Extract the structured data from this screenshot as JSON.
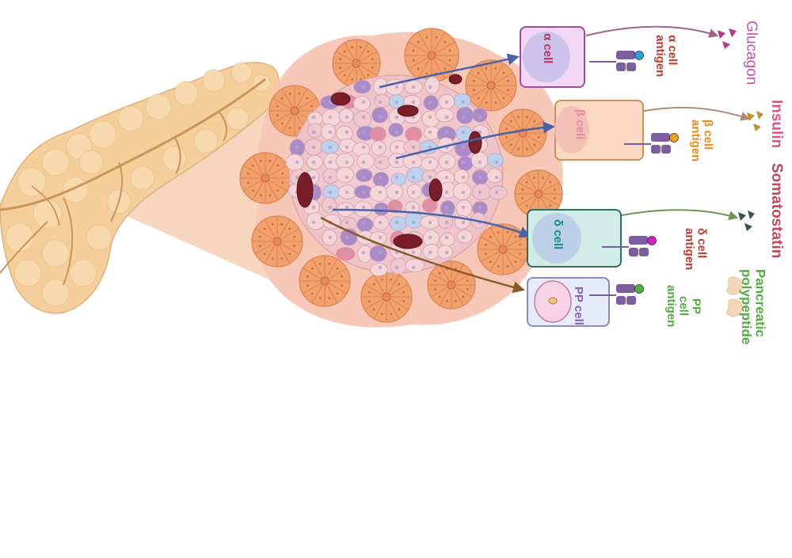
{
  "colors": {
    "alpha": "#a24a9c",
    "alpha_fill": "#f3d7f4",
    "beta": "#c9864e",
    "beta_fill": "#fbd9c2",
    "delta": "#2f6e64",
    "delta_fill": "#cfece6",
    "pp": "#7b7ec4",
    "pp_fill": "#e6ebfa",
    "pancreas": "#f5cf9b",
    "islet_bg": "#f7c6b6",
    "acinus": "#f2a06c",
    "arrow_blue": "#4a62a8",
    "arrow_brown": "#8a5a2a",
    "receptor": "#7c5ea0"
  },
  "cells": {
    "alpha": {
      "name": "α cell",
      "antigen": [
        "α cell",
        "antigen"
      ],
      "hormone": [
        "Glucagon"
      ],
      "dot": "#29a3d8",
      "hormone_color": "#c84fb0",
      "hormone_icon": "triangle-icon"
    },
    "beta": {
      "name": "β cell",
      "antigen": [
        "β cell",
        "antigen"
      ],
      "hormone": [
        "Insulin"
      ],
      "dot": "#f2a21b",
      "hormone_color": "#e0538a",
      "hormone_icon": "triangle-icon"
    },
    "delta": {
      "name": "δ cell",
      "antigen": [
        "δ cell",
        "antigen"
      ],
      "hormone": [
        "Somatostatin"
      ],
      "dot": "#d21ec4",
      "hormone_color": "#c3455a",
      "hormone_icon": "triangle-icon"
    },
    "pp": {
      "name": "PP cell",
      "antigen": [
        "PP",
        "cell",
        "antigen"
      ],
      "hormone": [
        "Pancreatic",
        "polypeptide"
      ],
      "dot": "#4fae3c",
      "hormone_color": "#4fae3c",
      "hormone_icon": "pacman-icon"
    }
  }
}
